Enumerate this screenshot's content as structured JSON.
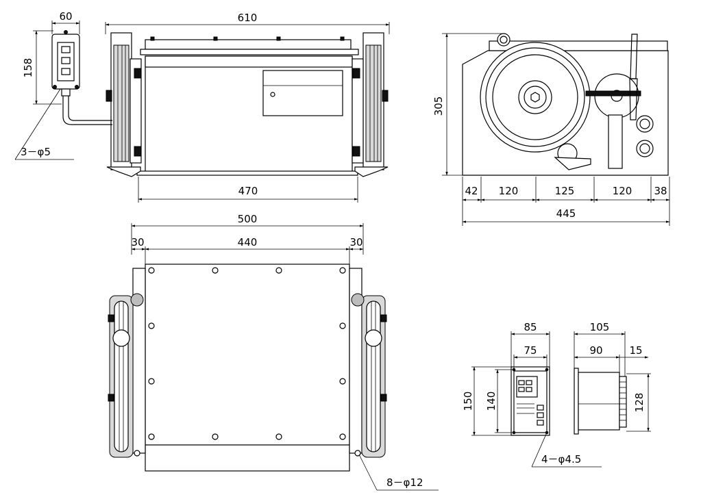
{
  "dimensions": {
    "top_view": {
      "overall_width": "610",
      "base_width": "470",
      "pendant_width": "60",
      "pendant_height": "158",
      "pendant_holes": "3－φ5"
    },
    "side_view": {
      "height": "305",
      "seg1": "42",
      "seg2": "120",
      "seg3": "125",
      "seg4": "120",
      "seg5": "38",
      "overall": "445"
    },
    "plan_view": {
      "overall": "500",
      "left_margin": "30",
      "inner": "440",
      "right_margin": "30",
      "holes": "8－φ12"
    },
    "controller_front": {
      "w85": "85",
      "w75": "75",
      "h150": "150",
      "h140": "140",
      "holes": "4－φ4.5"
    },
    "controller_side": {
      "d105": "105",
      "d90": "90",
      "d15": "15",
      "h128": "128"
    }
  }
}
